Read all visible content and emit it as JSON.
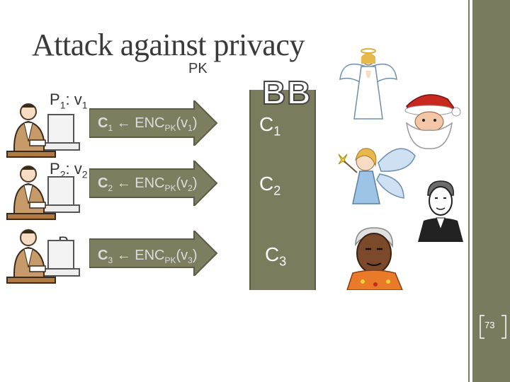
{
  "slide": {
    "title": "Attack against privacy",
    "title_subscript": "PK",
    "page_number": "73"
  },
  "parties": [
    {
      "label": "P",
      "sub": "1",
      "suffix": ": v",
      "suffix_sub": "1"
    },
    {
      "label": "P",
      "sub": "2",
      "suffix": ": v",
      "suffix_sub": "2"
    },
    {
      "label": "P",
      "sub": "3",
      "suffix": "",
      "suffix_sub": ""
    }
  ],
  "arrows": [
    {
      "c": "C",
      "csub": "1",
      "op": " ← ENC",
      "opsub": "PK",
      "arg": "(v",
      "argsub": "1",
      "close": ")"
    },
    {
      "c": "C",
      "csub": "2",
      "op": " ← ENC",
      "opsub": "PK",
      "arg": "(v",
      "argsub": "2",
      "close": ")"
    },
    {
      "c": "C",
      "csub": "3",
      "op": " ← ENC",
      "opsub": "PK",
      "arg": "(v",
      "argsub": "3",
      "close": ")"
    }
  ],
  "bulletin_board": {
    "title": "BB",
    "entries": [
      {
        "label": "C",
        "sub": "1"
      },
      {
        "label": "C",
        "sub": "2"
      },
      {
        "label": "C",
        "sub": "3"
      }
    ]
  },
  "colors": {
    "band": "#7a7b5e",
    "box": "#7b7b5e",
    "arrow": "#7d7d60"
  },
  "icons": [
    "person-at-computer-icon",
    "angel-icon",
    "santa-claus-icon",
    "fairy-icon",
    "man-in-suit-icon",
    "elder-man-icon"
  ]
}
